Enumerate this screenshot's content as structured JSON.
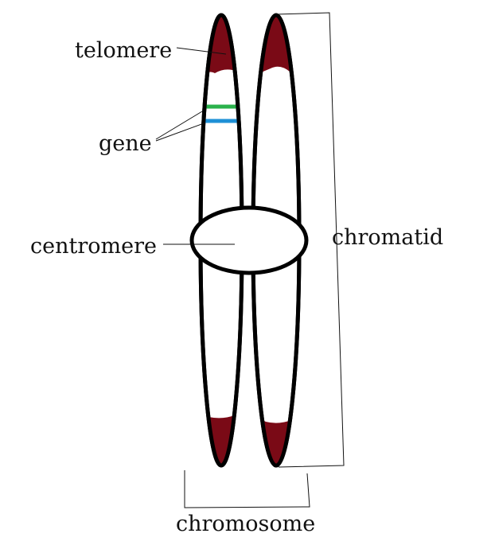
{
  "labels": {
    "telomere": "telomere",
    "gene": "gene",
    "centromere": "centromere",
    "chromatid": "chromatid",
    "chromosome": "chromosome"
  },
  "colors": {
    "outline": "#000000",
    "telomere_fill": "#7a0a16",
    "gene_band_upper": "#2bb24c",
    "gene_band_lower": "#1e90d6",
    "background": "#ffffff"
  }
}
